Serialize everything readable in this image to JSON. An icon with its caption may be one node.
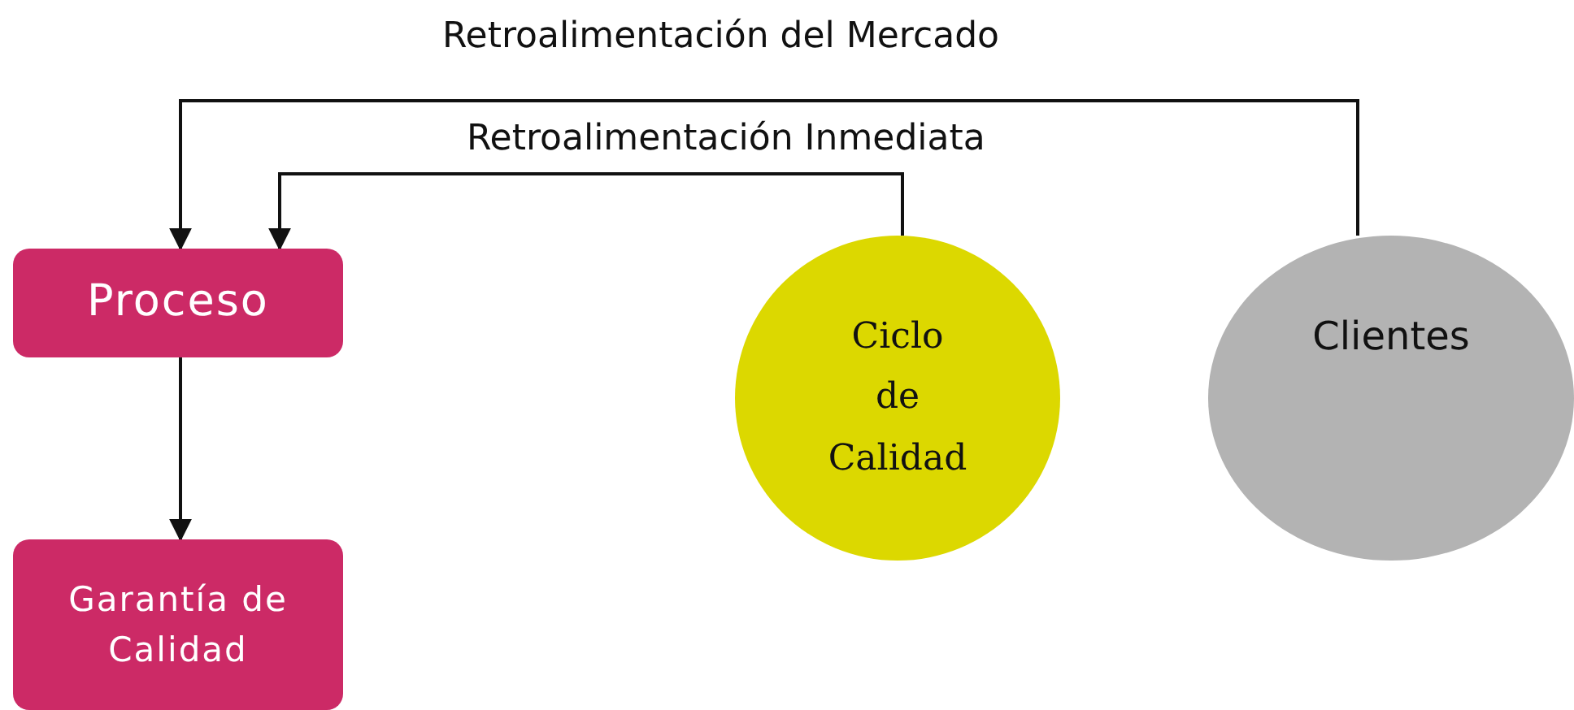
{
  "diagram": {
    "nodes": [
      {
        "text": [
          "Proceso"
        ]
      },
      {
        "text": [
          "Garantía de Calidad"
        ]
      },
      {
        "text": [
          "Ciclo de Calidad"
        ]
      },
      {
        "text": [
          "Clientes"
        ]
      }
    ],
    "edges": [
      {
        "from": 0,
        "to": 1,
        "arrow": "to"
      },
      {
        "from": 2,
        "to": 0,
        "arrow": "to",
        "label": "Retroalimentación Inmediata"
      },
      {
        "from": 3,
        "to": 0,
        "arrow": "to",
        "label": "Retroalimentación del Mercado"
      }
    ]
  }
}
